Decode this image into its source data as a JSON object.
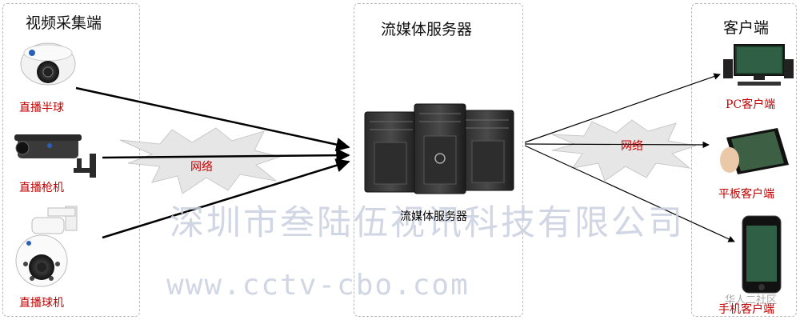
{
  "sections": {
    "capture": "视频采集端",
    "server": "流媒体服务器",
    "client": "客户端"
  },
  "devices": {
    "dome_camera": "直播半球",
    "bullet_camera": "直播枪机",
    "speed_dome": "直播球机",
    "server_label": "流媒体服务器",
    "pc_client": "PC客户端",
    "tablet_client": "平板客户端",
    "phone_client": "手机客户端"
  },
  "network": {
    "left": "网络",
    "right": "网络"
  },
  "watermark": {
    "company": "深圳市叁陆伍视讯科技有限公司",
    "url": "www.cctv-cbo.com",
    "corner": "华人二社区"
  },
  "colors": {
    "label_red": "#c00000",
    "arrow": "#000000",
    "cloud_fill": "#e6e6e6",
    "watermark": "#c9cfe0"
  }
}
